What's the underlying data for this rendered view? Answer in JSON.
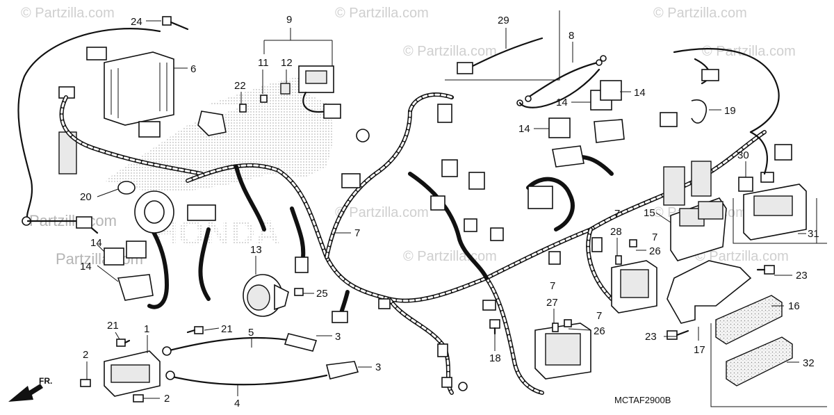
{
  "diagram": {
    "watermark_text": "© Partzilla.com",
    "watermark_logo": "Partzilla.com",
    "diagram_code": "MCTAF2900B",
    "front_indicator": "FR.",
    "callouts": [
      {
        "id": "c24a",
        "label": "24"
      },
      {
        "id": "c6",
        "label": "6"
      },
      {
        "id": "c9",
        "label": "9"
      },
      {
        "id": "c11",
        "label": "11"
      },
      {
        "id": "c12",
        "label": "12"
      },
      {
        "id": "c22",
        "label": "22"
      },
      {
        "id": "c20",
        "label": "20"
      },
      {
        "id": "c14a",
        "label": "14"
      },
      {
        "id": "c14b",
        "label": "14"
      },
      {
        "id": "c13",
        "label": "13"
      },
      {
        "id": "c25",
        "label": "25"
      },
      {
        "id": "c7a",
        "label": "7"
      },
      {
        "id": "c29",
        "label": "29"
      },
      {
        "id": "c8",
        "label": "8"
      },
      {
        "id": "c14c",
        "label": "14"
      },
      {
        "id": "c14d",
        "label": "14"
      },
      {
        "id": "c14e",
        "label": "14"
      },
      {
        "id": "c19",
        "label": "19"
      },
      {
        "id": "c30",
        "label": "30"
      },
      {
        "id": "c15",
        "label": "15"
      },
      {
        "id": "c31",
        "label": "31"
      },
      {
        "id": "c7b",
        "label": "7"
      },
      {
        "id": "c28",
        "label": "28"
      },
      {
        "id": "c7c",
        "label": "7"
      },
      {
        "id": "c26a",
        "label": "26"
      },
      {
        "id": "c23a",
        "label": "23"
      },
      {
        "id": "c16",
        "label": "16"
      },
      {
        "id": "c7d",
        "label": "7"
      },
      {
        "id": "c27",
        "label": "27"
      },
      {
        "id": "c7e",
        "label": "7"
      },
      {
        "id": "c26b",
        "label": "26"
      },
      {
        "id": "c23b",
        "label": "23"
      },
      {
        "id": "c17",
        "label": "17"
      },
      {
        "id": "c32",
        "label": "32"
      },
      {
        "id": "c18",
        "label": "18"
      },
      {
        "id": "c21a",
        "label": "21"
      },
      {
        "id": "c21b",
        "label": "21"
      },
      {
        "id": "c1",
        "label": "1"
      },
      {
        "id": "c5",
        "label": "5"
      },
      {
        "id": "c3a",
        "label": "3"
      },
      {
        "id": "c3b",
        "label": "3"
      },
      {
        "id": "c2a",
        "label": "2"
      },
      {
        "id": "c2b",
        "label": "2"
      },
      {
        "id": "c4",
        "label": "4"
      }
    ]
  }
}
